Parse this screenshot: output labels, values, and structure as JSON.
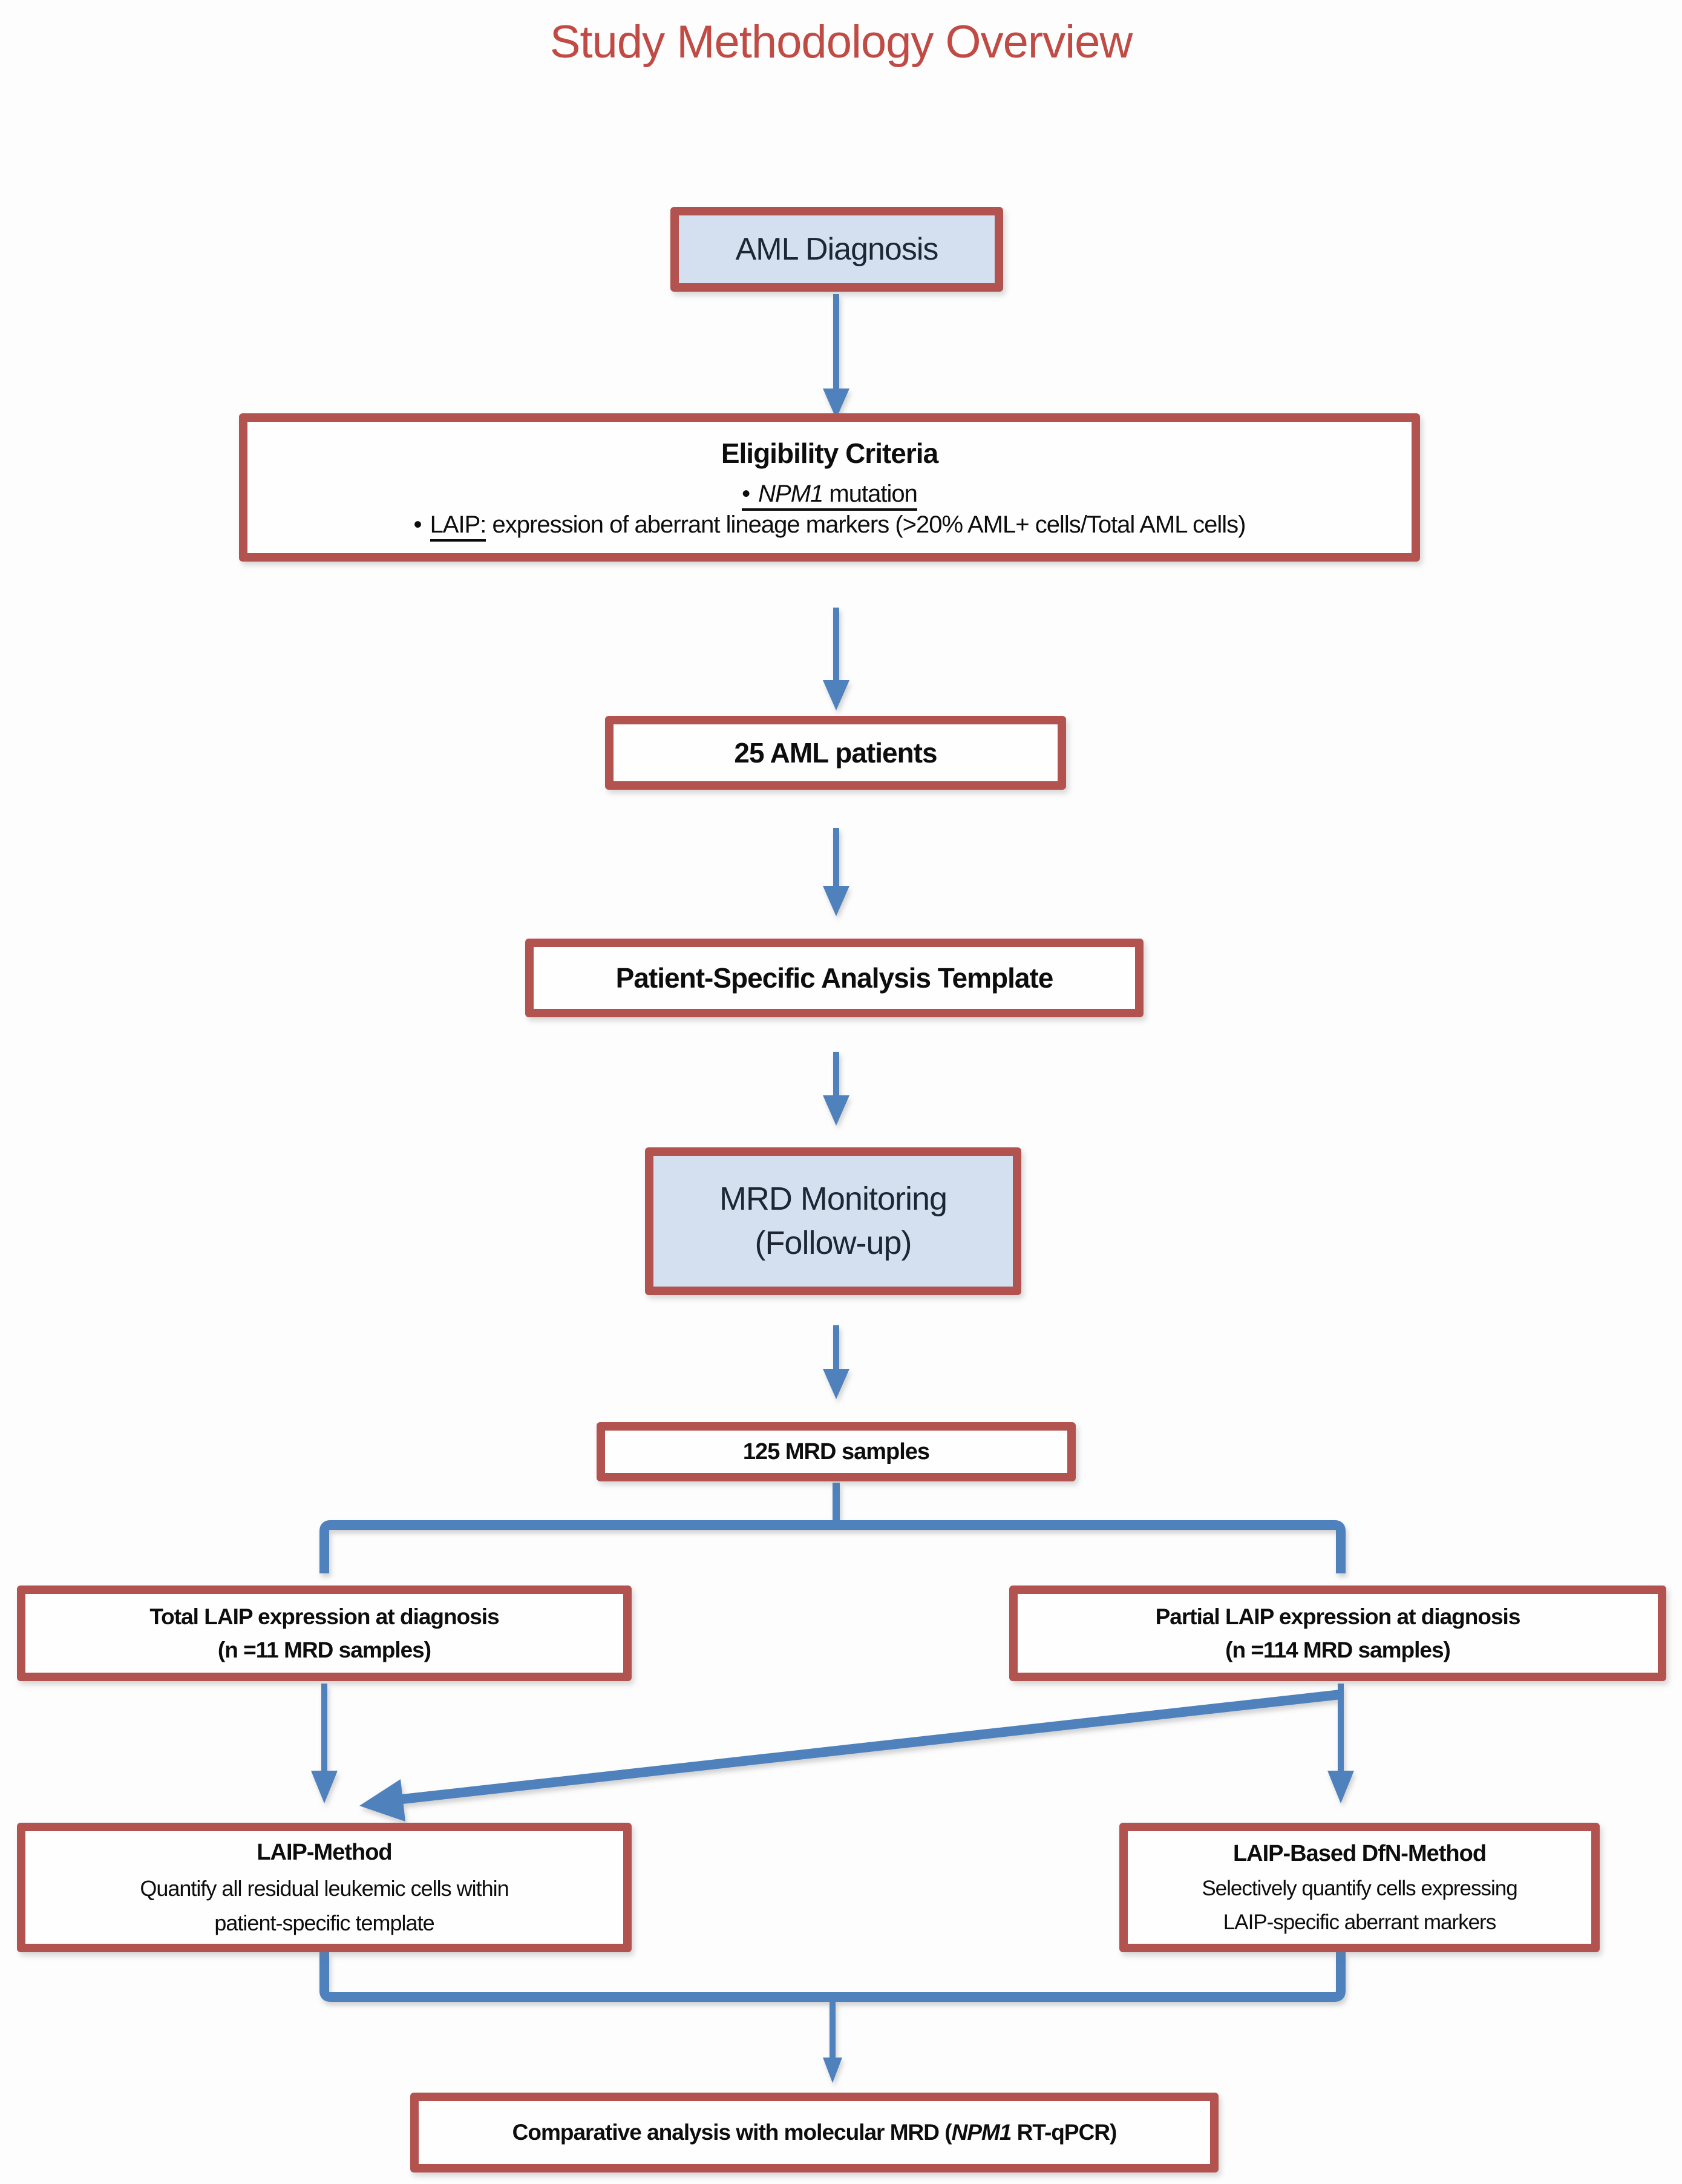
{
  "title": "Study Methodology Overview",
  "colors": {
    "title_red": "#c04b45",
    "border_red": "#b2534f",
    "fill_blue": "#d4e0ef",
    "arrow_blue": "#4f81bd",
    "text_dark": "#1c2634",
    "text_black": "#0d0d0d"
  },
  "nodes": {
    "aml_diagnosis": {
      "label": "AML Diagnosis"
    },
    "eligibility": {
      "heading": "Eligibility Criteria",
      "bullet": "•",
      "npm1_gene": "NPM1",
      "npm1_rest": " mutation",
      "laip_lead": "LAIP:",
      "laip_rest": " expression of aberrant lineage markers (>20% AML+ cells/Total AML cells)"
    },
    "patients": {
      "label": "25 AML patients"
    },
    "analysis_template": {
      "label": "Patient-Specific Analysis Template"
    },
    "mrd_monitoring": {
      "line1": "MRD Monitoring",
      "line2": "(Follow-up)"
    },
    "mrd_samples": {
      "label": "125 MRD samples"
    },
    "total_laip": {
      "line1": "Total LAIP expression at diagnosis",
      "line2": "(n =11 MRD samples)"
    },
    "partial_laip": {
      "line1": "Partial LAIP expression at diagnosis",
      "line2": "(n =114 MRD samples)"
    },
    "laip_method": {
      "heading": "LAIP-Method",
      "line1": "Quantify all residual leukemic cells within",
      "line2": "patient-specific template"
    },
    "dfn_method": {
      "heading": "LAIP-Based DfN-Method",
      "line1": "Selectively quantify cells expressing",
      "line2": "LAIP-specific aberrant markers"
    },
    "comparative": {
      "prefix": "Comparative analysis with molecular MRD (",
      "gene": "NPM1",
      "suffix": " RT-qPCR)"
    }
  }
}
